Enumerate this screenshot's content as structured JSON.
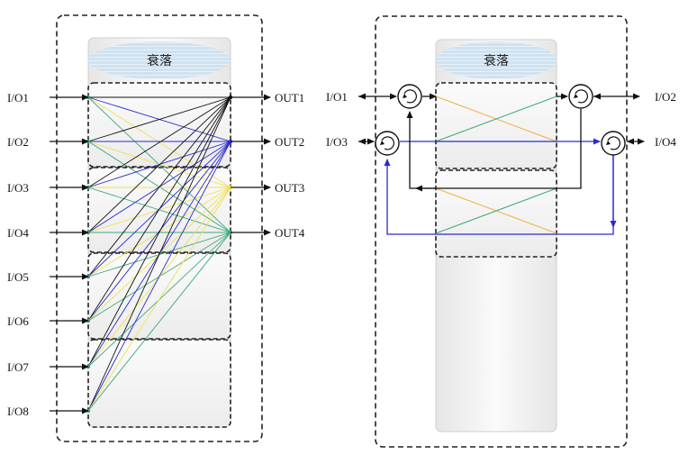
{
  "left_diagram": {
    "title": "衰落",
    "inputs": [
      "I/O1",
      "I/O2",
      "I/O3",
      "I/O4",
      "I/O5",
      "I/O6",
      "I/O7",
      "I/O8"
    ],
    "outputs": [
      "OUT1",
      "OUT2",
      "OUT3",
      "OUT4"
    ]
  },
  "right_diagram": {
    "title": "衰落",
    "ports": [
      "I/O1",
      "I/O2",
      "I/O3",
      "I/O4"
    ]
  },
  "colors": {
    "black": "#111111",
    "blue": "#2a2ad0",
    "yellow": "#f0e050",
    "green": "#3aa878",
    "orange": "#f0b040",
    "cloud": "#c9deee"
  }
}
